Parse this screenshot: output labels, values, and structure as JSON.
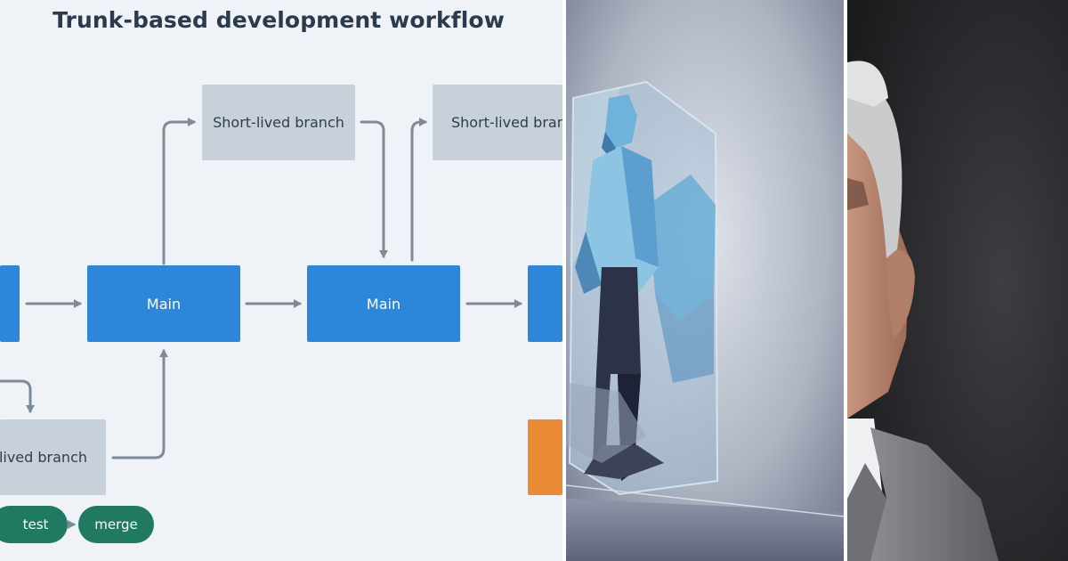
{
  "diagram": {
    "title": "Trunk-based development workflow",
    "main_label": "Main",
    "branch_label": "Short-lived branch",
    "branch_label_clipped_left": "rt-lived branch",
    "branch_label_clipped_right": "Short-lived branch",
    "pills": {
      "test": "test",
      "merge": "merge"
    },
    "colors": {
      "main": "#2c86da",
      "branch": "#c8d1da",
      "arrow": "#7d8b99",
      "pill": "#1f7a61",
      "pending": "#ea8a35",
      "title": "#2a3a4f"
    }
  },
  "illustration": {
    "subject": "low-poly-figure-in-glass-crystal"
  },
  "portrait": {
    "subject": "gray-haired-man-in-suit"
  }
}
